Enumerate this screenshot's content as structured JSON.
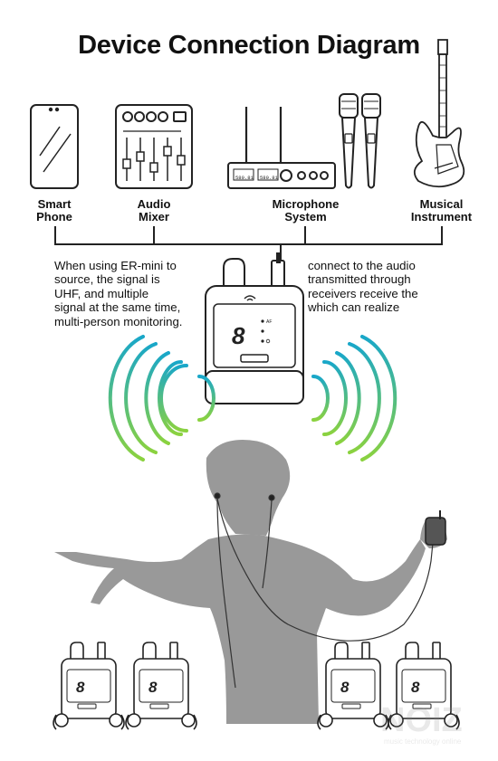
{
  "title": "Device Connection Diagram",
  "sources": [
    {
      "label": "Smart\nPhone",
      "icon": "smartphone-icon"
    },
    {
      "label": "Audio\nMixer",
      "icon": "audio-mixer-icon"
    },
    {
      "label": "Microphone\nSystem",
      "icon": "microphone-system-icon"
    },
    {
      "label": "Musical\nInstrument",
      "icon": "electric-guitar-icon"
    }
  ],
  "receiver_display": {
    "digit": "8",
    "af": "AF"
  },
  "mic_receiver_display": {
    "left": "580.81",
    "right": "580.81"
  },
  "description": {
    "left_lines": [
      "When using ER-mini to",
      "source, the signal is",
      "UHF, and multiple",
      "signal at the same time,",
      "multi-person monitoring."
    ],
    "right_lines": [
      "connect to the audio",
      "transmitted through",
      "receivers receive the",
      "which can realize"
    ]
  },
  "pack_display_digit": "8",
  "watermark": {
    "brand": "NOIZ",
    "tagline": "music technology online"
  },
  "colors": {
    "wave_top": "#19a7c9",
    "wave_bottom": "#8bd23f",
    "silhouette": "#999999",
    "line": "#222222"
  }
}
